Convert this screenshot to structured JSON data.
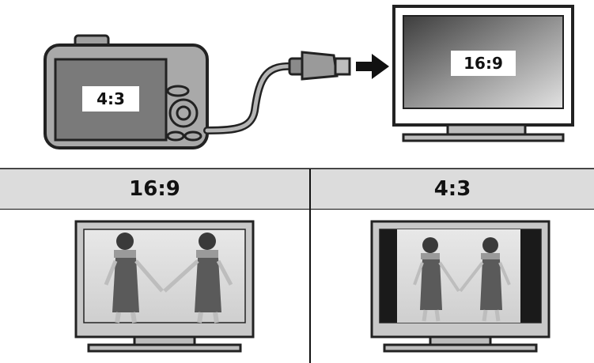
{
  "diagram": {
    "camera": {
      "screen_label": "4:3"
    },
    "tv": {
      "screen_label": "16:9"
    }
  },
  "table": {
    "columns": [
      {
        "header": "16:9"
      },
      {
        "header": "4:3"
      }
    ]
  },
  "colors": {
    "outline": "#222222",
    "body_gray": "#a9a9a9",
    "screen_dark": "#4a4a4a",
    "header_bg": "#dcdcdc",
    "arrow": "#111111"
  }
}
